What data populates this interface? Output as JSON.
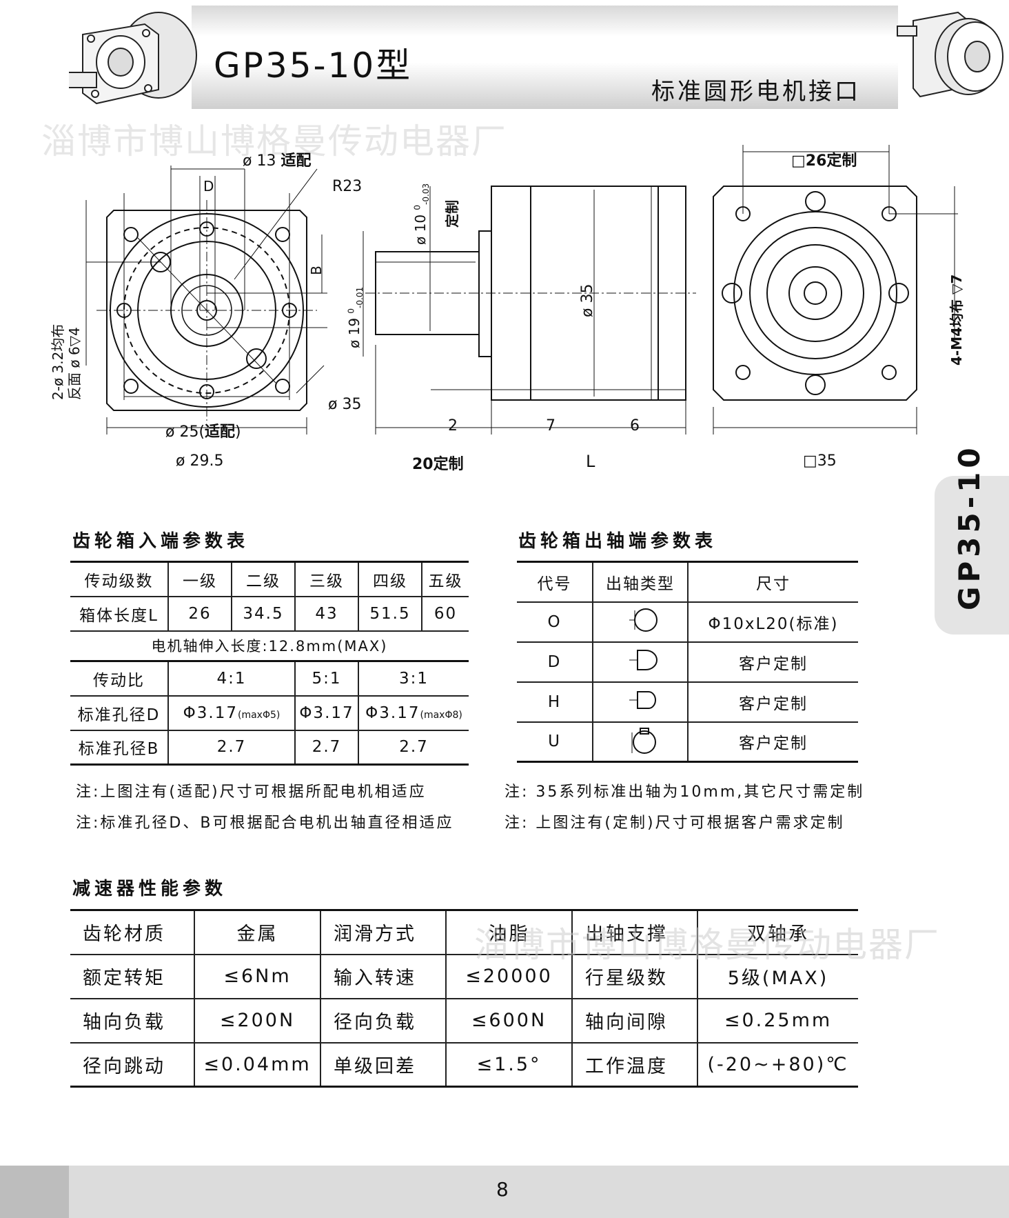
{
  "header": {
    "model": "GP35-10型",
    "subtitle": "标准圆形电机接口",
    "side_tab": "GP35-10"
  },
  "watermarks": {
    "top": "淄博市博山博格曼传动电器厂",
    "table": "淄博市博山博格曼传动电器厂"
  },
  "drawing": {
    "d13": "ø 13",
    "d13_note": "适配",
    "D": "D",
    "R23": "R23",
    "B": "B",
    "d35_front": "ø 35",
    "d25": "ø 25(",
    "d25_note": "适配",
    "d25_close": ")",
    "d295": "ø 29.5",
    "holes_left": "2-ø 3.2均布",
    "holes_left_b": "反面",
    "holes_left_c": "ø 6▽4",
    "d10": "ø 10",
    "d10_tol_up": "0",
    "d10_tol_low": "-0.03",
    "d10_note": "定制",
    "d19": "ø 19",
    "d19_tol_up": "0",
    "d19_tol_low": "-0.01",
    "d35_side": "ø 35",
    "dim2": "2",
    "dim7": "7",
    "dim6": "6",
    "dim20": "20定制",
    "dimL": "L",
    "sq26": "□26定制",
    "m4": "4-M4均布 ▽7",
    "sq35": "□35"
  },
  "input_section": {
    "title": "齿轮箱入端参数表",
    "stage_label": "传动级数",
    "stages": [
      "一级",
      "二级",
      "三级",
      "四级",
      "五级"
    ],
    "length_label": "箱体长度L",
    "lengths": [
      "26",
      "34.5",
      "43",
      "51.5",
      "60"
    ],
    "shaft_note": "电机轴伸入长度:12.8mm(MAX)",
    "ratio_label": "传动比",
    "ratios": [
      "4:1",
      "5:1",
      "3:1"
    ],
    "bore_d_label": "标准孔径D",
    "bore_d": [
      {
        "main": "Φ3.17",
        "sub": "(maxΦ5)"
      },
      {
        "main": "Φ3.17",
        "sub": ""
      },
      {
        "main": "Φ3.17",
        "sub": "(maxΦ8)"
      }
    ],
    "bore_b_label": "标准孔径B",
    "bore_b": [
      "2.7",
      "2.7",
      "2.7"
    ]
  },
  "output_section": {
    "title": "齿轮箱出轴端参数表",
    "headers": [
      "代号",
      "出轴类型",
      "尺寸"
    ],
    "rows": [
      {
        "code": "O",
        "size": "Φ10xL20(标准)"
      },
      {
        "code": "D",
        "size": "客户定制"
      },
      {
        "code": "H",
        "size": "客户定制"
      },
      {
        "code": "U",
        "size": "客户定制"
      }
    ]
  },
  "notes": {
    "left1": "注:上图注有(适配)尺寸可根据所配电机相适应",
    "left2": "注:标准孔径D、B可根据配合电机出轴直径相适应",
    "right1": "注: 35系列标准出轴为10mm,其它尺寸需定制",
    "right2": "注: 上图注有(定制)尺寸可根据客户需求定制"
  },
  "performance": {
    "title": "减速器性能参数",
    "rows": [
      [
        "齿轮材质",
        "金属",
        "润滑方式",
        "油脂",
        "出轴支撑",
        "双轴承"
      ],
      [
        "额定转矩",
        "≤6Nm",
        "输入转速",
        "≤20000",
        "行星级数",
        "5级(MAX)"
      ],
      [
        "轴向负载",
        "≤200N",
        "径向负载",
        "≤600N",
        "轴向间隙",
        "≤0.25mm"
      ],
      [
        "径向跳动",
        "≤0.04mm",
        "单级回差",
        "≤1.5°",
        "工作温度",
        "(-20~+80)℃"
      ]
    ]
  },
  "footer": {
    "page": "8"
  }
}
